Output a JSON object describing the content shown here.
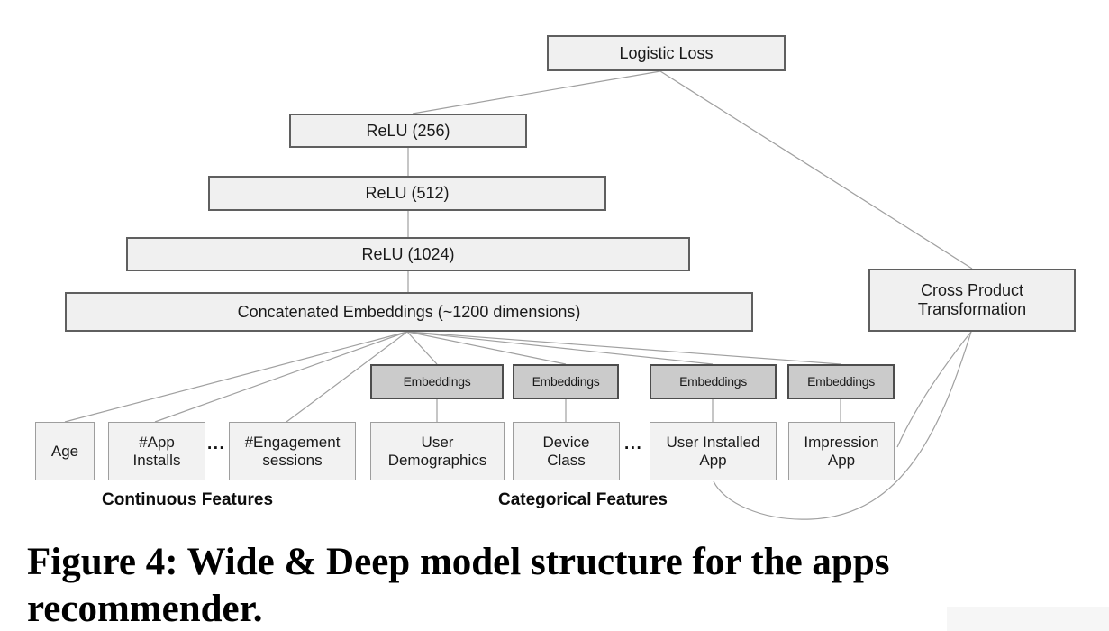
{
  "figure": {
    "nodes": {
      "logistic_loss": "Logistic Loss",
      "relu_256": "ReLU (256)",
      "relu_512": "ReLU (512)",
      "relu_1024": "ReLU (1024)",
      "concatenated_embeddings": "Concatenated Embeddings (~1200 dimensions)",
      "cross_product": [
        "Cross Product",
        "Transformation"
      ],
      "embeddings": [
        "Embeddings",
        "Embeddings",
        "Embeddings",
        "Embeddings"
      ],
      "age": "Age",
      "app_installs": [
        "#App",
        "Installs"
      ],
      "engagement_sessions": [
        "#Engagement",
        "sessions"
      ],
      "user_demographics": [
        "User",
        "Demographics"
      ],
      "device_class": [
        "Device",
        "Class"
      ],
      "user_installed_app": [
        "User Installed",
        "App"
      ],
      "impression_app": [
        "Impression",
        "App"
      ],
      "ellipsis": "..."
    },
    "group_labels": {
      "continuous": "Continuous Features",
      "categorical": "Categorical Features"
    },
    "caption": {
      "line1": "Figure 4:  Wide & Deep model structure for the apps",
      "line2": "recommender."
    },
    "colors": {
      "box_fill": "#f0f0f0",
      "box_border": "#5f5f5f",
      "feature_fill": "#f2f2f2",
      "feature_border": "#9e9e9e",
      "embedding_fill": "#cbcbcb",
      "embedding_border": "#4d4d4d",
      "connector": "#a0a0a0",
      "text": "#1a1a1a"
    }
  }
}
